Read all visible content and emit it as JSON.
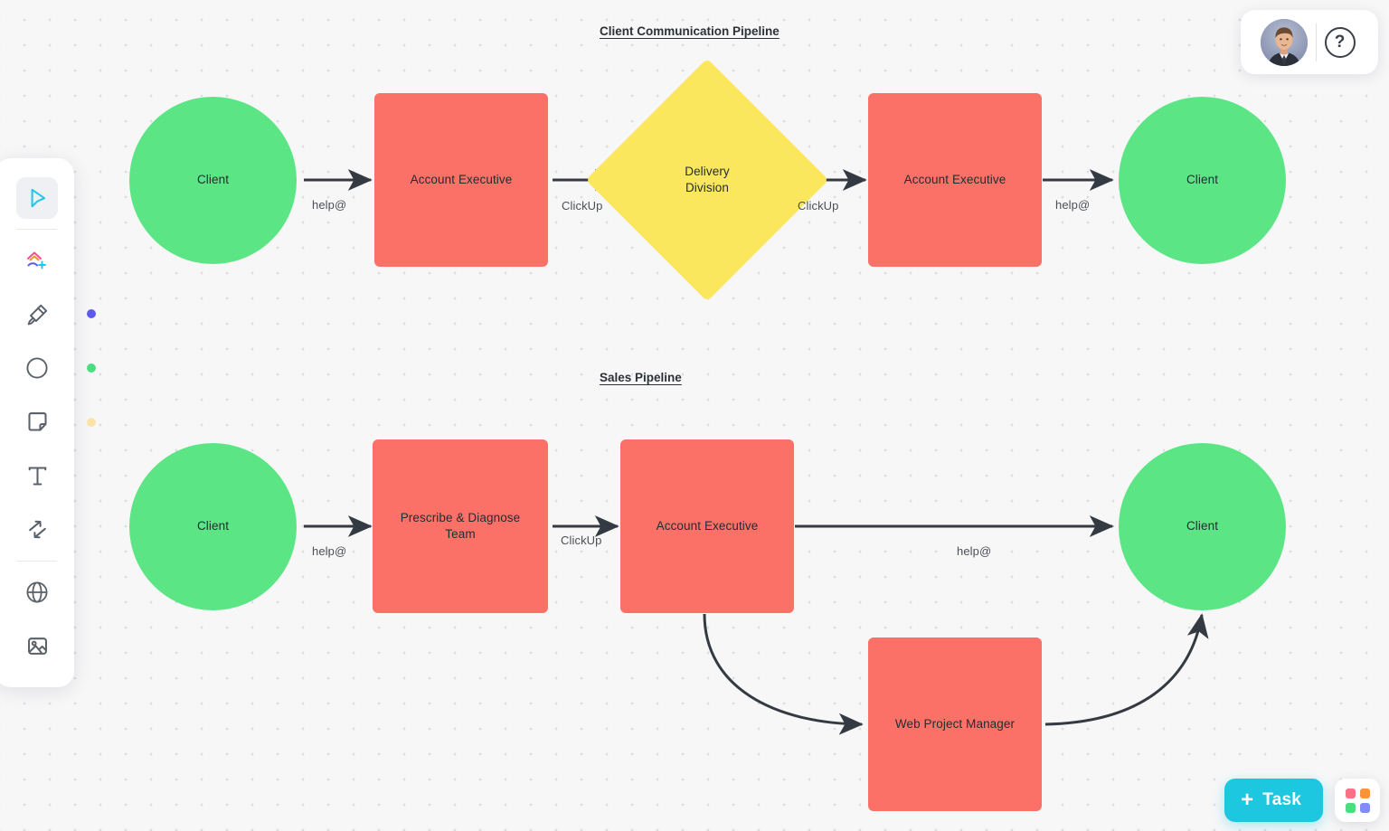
{
  "app": {
    "canvas_background": "#f7f7f8",
    "accent": "#1ec7e0"
  },
  "palette": {
    "green": "#5be584",
    "salmon": "#fb7167",
    "yellow": "#fbe75e",
    "stroke": "#343a42"
  },
  "sections": [
    {
      "id": "section-1",
      "title": "Client Communication Pipeline"
    },
    {
      "id": "section-2",
      "title": "Sales Pipeline"
    }
  ],
  "diagram": {
    "nodes": [
      {
        "id": "n1",
        "label": "Client",
        "shape": "circle",
        "color": "#5be584"
      },
      {
        "id": "n2",
        "label": "Account Executive",
        "shape": "rect",
        "color": "#fb7167"
      },
      {
        "id": "n3",
        "label": "Delivery\nDivision",
        "shape": "diamond",
        "color": "#fbe75e"
      },
      {
        "id": "n4",
        "label": "Account Executive",
        "shape": "rect",
        "color": "#fb7167"
      },
      {
        "id": "n5",
        "label": "Client",
        "shape": "circle",
        "color": "#5be584"
      },
      {
        "id": "n6",
        "label": "Client",
        "shape": "circle",
        "color": "#5be584"
      },
      {
        "id": "n7",
        "label": "Prescribe & Diagnose\nTeam",
        "shape": "rect",
        "color": "#fb7167"
      },
      {
        "id": "n8",
        "label": "Account Executive",
        "shape": "rect",
        "color": "#fb7167"
      },
      {
        "id": "n9",
        "label": "Client",
        "shape": "circle",
        "color": "#5be584"
      },
      {
        "id": "n10",
        "label": "Web Project Manager",
        "shape": "rect",
        "color": "#fb7167"
      }
    ],
    "node_labels": {
      "n1": "Client",
      "n2": "Account Executive",
      "n3_line1": "Delivery",
      "n3_line2": "Division",
      "n4": "Account Executive",
      "n5": "Client",
      "n6": "Client",
      "n7_line1": "Prescribe & Diagnose",
      "n7_line2": "Team",
      "n8": "Account Executive",
      "n9": "Client",
      "n10": "Web Project Manager"
    },
    "edge_labels": {
      "e1": "help@",
      "e2": "ClickUp",
      "e3": "ClickUp",
      "e4": "help@",
      "e5": "help@",
      "e6": "ClickUp",
      "e7": "help@"
    }
  },
  "toolbar": {
    "items": [
      {
        "name": "select-tool",
        "icon": "cursor-icon",
        "active": true
      },
      {
        "name": "shapes-tool",
        "icon": "add-shape-icon",
        "active": false
      },
      {
        "name": "highlighter-tool",
        "icon": "highlighter-icon",
        "active": false,
        "dot": "#5b5be8"
      },
      {
        "name": "shape-tool",
        "icon": "circle-icon",
        "active": false,
        "dot": "#4ade80"
      },
      {
        "name": "sticky-note-tool",
        "icon": "sticky-note-icon",
        "active": false,
        "dot": "#fbe3a8"
      },
      {
        "name": "text-tool",
        "icon": "text-icon",
        "active": false
      },
      {
        "name": "connector-tool",
        "icon": "connector-icon",
        "active": false
      },
      {
        "name": "embed-tool",
        "icon": "globe-icon",
        "active": false
      },
      {
        "name": "image-tool",
        "icon": "image-icon",
        "active": false
      }
    ]
  },
  "header": {
    "help_label": "?"
  },
  "footer": {
    "task_label": "Task",
    "task_plus": "+",
    "apps_colors": [
      "#fb7185",
      "#fb923c",
      "#4ade80",
      "#818cf8"
    ]
  }
}
